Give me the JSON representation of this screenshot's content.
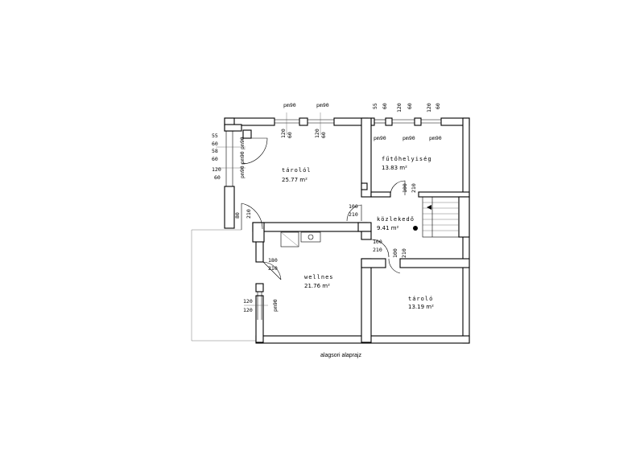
{
  "title": "alagsori alaprajz",
  "rooms": {
    "tarololo": {
      "name": "tárolól",
      "area": "25.77 m²"
    },
    "futohelyiseg": {
      "name": "fűtőhelyiség",
      "area": "13.83 m²"
    },
    "kozlekedo": {
      "name": "közlekedő",
      "area": "9.41 m²"
    },
    "wellnes": {
      "name": "wellnes",
      "area": "21.76 m²"
    },
    "tarolo": {
      "name": "tároló",
      "area": "13.19 m²"
    }
  },
  "window_tags": {
    "top1": "pm90",
    "top2": "pm90",
    "top3": "pm90",
    "top4": "pm90",
    "top5": "pm90",
    "left1": "pm90",
    "left2": "pm90",
    "left3": "pm90",
    "wellnes": "pm90"
  },
  "dims": {
    "top_a1": "120",
    "top_a2": "60",
    "top_b1": "120",
    "top_b2": "60",
    "top_c1": "55",
    "top_c2": "60",
    "top_d1": "120",
    "top_d2": "60",
    "top_e1": "120",
    "top_e2": "60",
    "left_1": "55",
    "left_2": "60",
    "left_3": "58",
    "left_4": "60",
    "left_5": "120",
    "left_6": "60",
    "door_outer_1": "80",
    "door_outer_2": "210",
    "door_kozl_1": "100",
    "door_kozl_2": "210",
    "door_kozl_b1": "100",
    "door_kozl_b2": "210",
    "door_futo_1": "100",
    "door_futo_2": "210",
    "door_tarolo_1": "100",
    "door_tarolo_2": "210",
    "door_wellnes_1": "180",
    "door_wellnes_2": "210",
    "win_wellnes_1": "120",
    "win_wellnes_2": "120"
  }
}
